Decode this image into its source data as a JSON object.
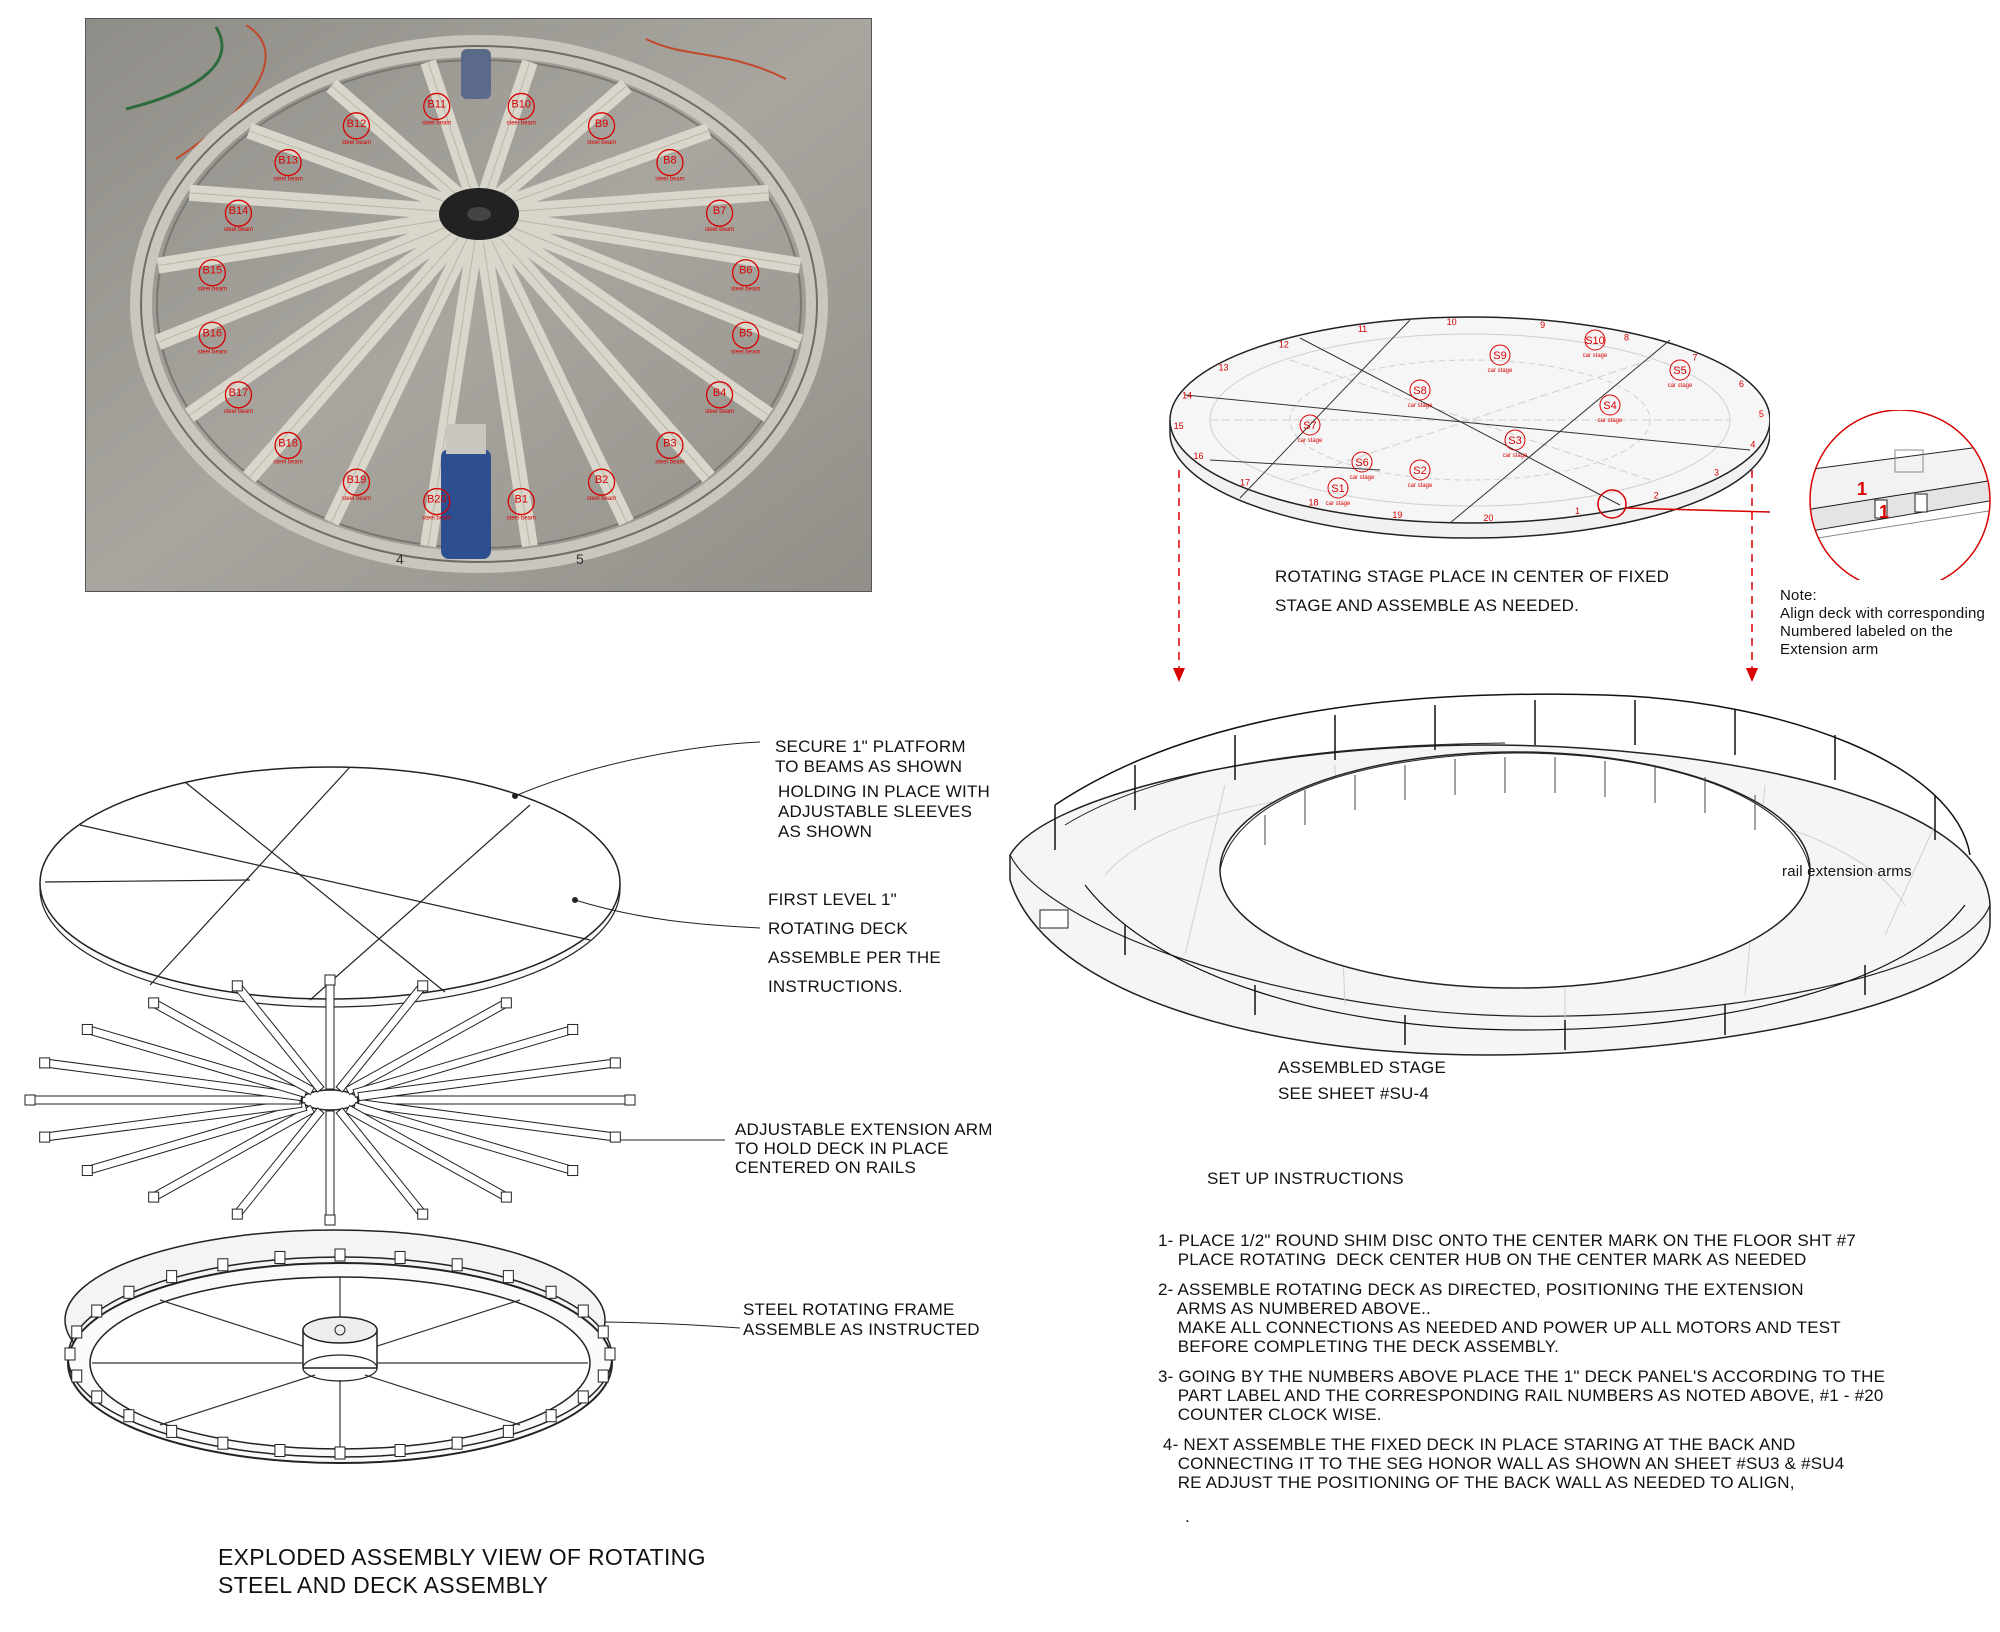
{
  "photo": {
    "beam_labels": [
      "B1",
      "B2",
      "B3",
      "B4",
      "B5",
      "B6",
      "B7",
      "B8",
      "B9",
      "B10",
      "B11",
      "B12",
      "B13",
      "B14",
      "B15",
      "B16",
      "B17",
      "B18",
      "B19",
      "B20"
    ],
    "beam_sub": "steel beam",
    "floor_marks": [
      "4",
      "5"
    ]
  },
  "top_stage": {
    "segment_labels": [
      "S1",
      "S2",
      "S3",
      "S4",
      "S5",
      "S6",
      "S7",
      "S8",
      "S9",
      "S10"
    ],
    "segment_sub": "car stage",
    "rail_numbers": [
      "1",
      "2",
      "3",
      "4",
      "5",
      "6",
      "7",
      "8",
      "9",
      "10",
      "11",
      "12",
      "13",
      "14",
      "15",
      "16",
      "17",
      "18",
      "19",
      "20"
    ],
    "caption_line1": "ROTATING STAGE PLACE IN CENTER OF FIXED",
    "caption_line2": "STAGE AND ASSEMBLE AS NEEDED."
  },
  "detail": {
    "mark_a": "1",
    "mark_b": "1",
    "note_title": "Note:",
    "note_line1": "Align deck with corresponding",
    "note_line2": "Numbered labeled on the",
    "note_line3": "Extension arm"
  },
  "assembled": {
    "rail_label": "rail extension arms",
    "caption_line1": "ASSEMBLED STAGE",
    "caption_line2": "SEE SHEET #SU-4"
  },
  "exploded": {
    "platform_line1": "SECURE 1\" PLATFORM",
    "platform_line2": "TO BEAMS AS SHOWN",
    "platform_line3": "HOLDING IN PLACE WITH",
    "platform_line4": "ADJUSTABLE SLEEVES",
    "platform_line5": "AS SHOWN",
    "deck_line1": "FIRST LEVEL 1\"",
    "deck_line2": "ROTATING DECK",
    "deck_line3": "ASSEMBLE PER THE",
    "deck_line4": "INSTRUCTIONS.",
    "arm_line1": "ADJUSTABLE EXTENSION ARM",
    "arm_line2": "TO HOLD DECK IN PLACE",
    "arm_line3": "CENTERED ON RAILS",
    "frame_line1": "STEEL ROTATING FRAME",
    "frame_line2": "ASSEMBLE AS INSTRUCTED",
    "title_line1": "EXPLODED ASSEMBLY VIEW OF ROTATING",
    "title_line2": "STEEL AND DECK ASSEMBLY"
  },
  "instructions": {
    "heading": "SET UP INSTRUCTIONS",
    "steps": [
      "1- PLACE 1/2\" ROUND SHIM DISC ONTO THE CENTER MARK ON THE FLOOR SHT #7",
      "    PLACE ROTATING  DECK CENTER HUB ON THE CENTER MARK AS NEEDED",
      "2- ASSEMBLE ROTATING DECK AS DIRECTED, POSITIONING THE EXTENSION",
      "    ARMS AS NUMBERED ABOVE..",
      "    MAKE ALL CONNECTIONS AS NEEDED AND POWER UP ALL MOTORS AND TEST",
      "    BEFORE COMPLETING THE DECK ASSEMBLY.",
      "3- GOING BY THE NUMBERS ABOVE PLACE THE 1\" DECK PANEL'S ACCORDING TO THE",
      "    PART LABEL AND THE CORRESPONDING RAIL NUMBERS AS NOTED ABOVE, #1 - #20",
      "    COUNTER CLOCK WISE.",
      " 4- NEXT ASSEMBLE THE FIXED DECK IN PLACE STARING AT THE BACK AND",
      "    CONNECTING IT TO THE SEG HONOR WALL AS SHOWN AN SHEET #SU3 & #SU4",
      "    RE ADJUST THE POSITIONING OF THE BACK WALL AS NEEDED TO ALIGN,"
    ],
    "trailing_dot": "."
  },
  "colors": {
    "annotation_red": "#d80000",
    "line": "#111111",
    "photo_floor": "#9c9a93"
  }
}
